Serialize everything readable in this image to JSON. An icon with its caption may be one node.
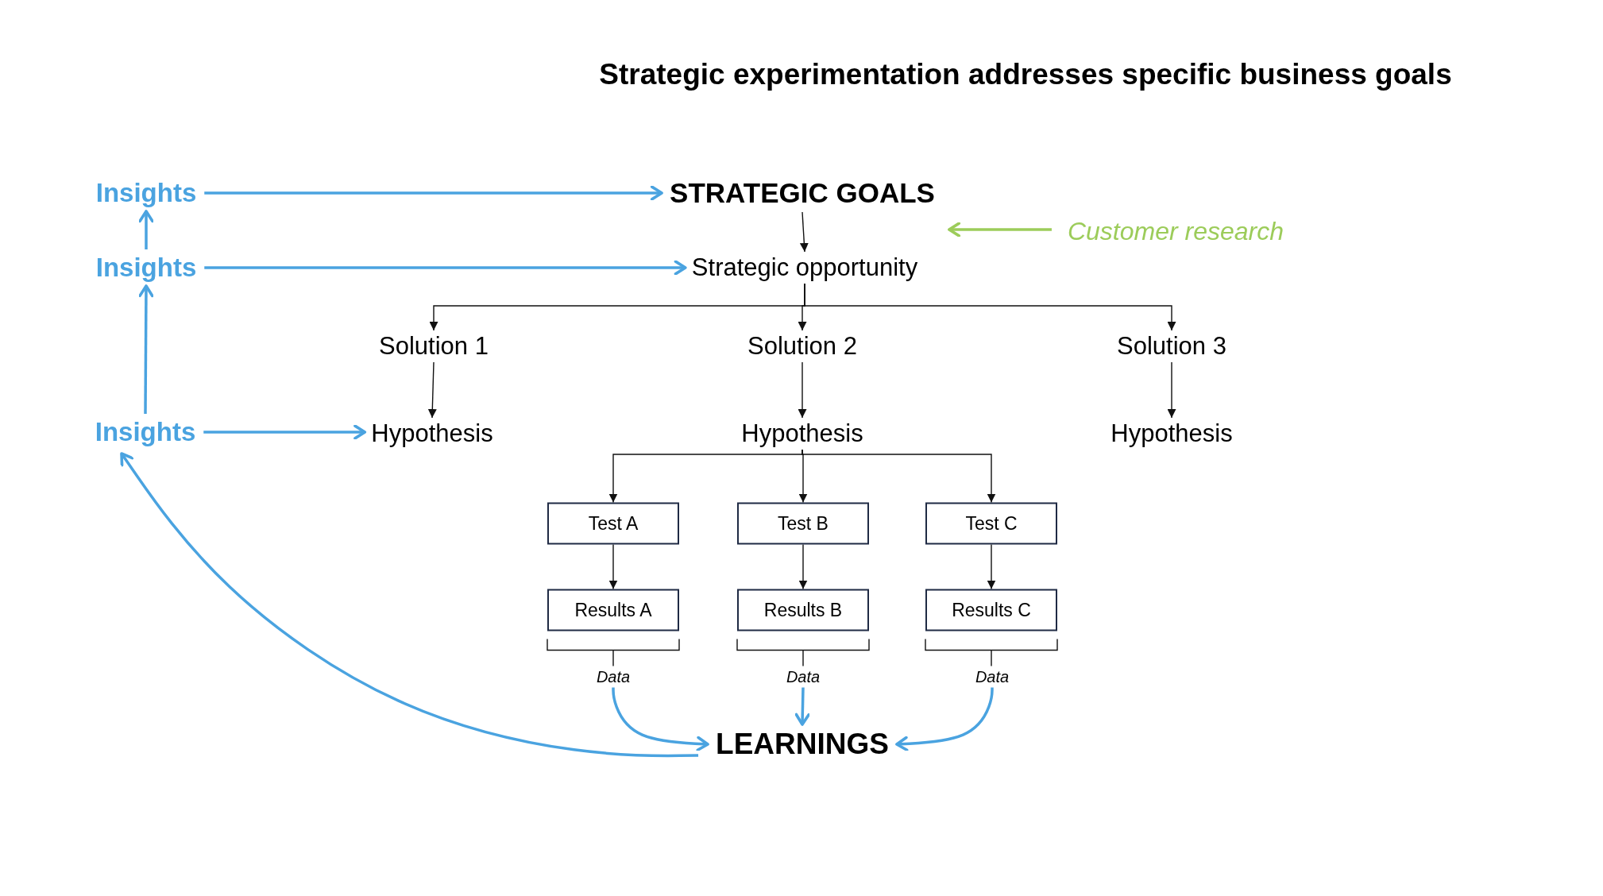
{
  "diagram": {
    "title": "Strategic experimentation addresses specific business goals",
    "nodes": [
      {
        "text": [
          "Insights"
        ]
      },
      {
        "text": [
          "STRATEGIC GOALS"
        ]
      },
      {
        "text": [
          "Customer research"
        ]
      },
      {
        "text": [
          "Insights"
        ]
      },
      {
        "text": [
          "Strategic opportunity"
        ]
      },
      {
        "text": [
          "Solution 1"
        ]
      },
      {
        "text": [
          "Solution 2"
        ]
      },
      {
        "text": [
          "Solution 3"
        ]
      },
      {
        "text": [
          "Insights"
        ]
      },
      {
        "text": [
          "Hypothesis"
        ]
      },
      {
        "text": [
          "Hypothesis"
        ]
      },
      {
        "text": [
          "Hypothesis"
        ]
      },
      {
        "text": [
          "Test A"
        ]
      },
      {
        "text": [
          "Test B"
        ]
      },
      {
        "text": [
          "Test C"
        ]
      },
      {
        "text": [
          "Results A"
        ]
      },
      {
        "text": [
          "Results B"
        ]
      },
      {
        "text": [
          "Results C"
        ]
      },
      {
        "text": [
          "Data"
        ]
      },
      {
        "text": [
          "Data"
        ]
      },
      {
        "text": [
          "Data"
        ]
      },
      {
        "text": [
          "LEARNINGS"
        ]
      }
    ],
    "edges": [
      {
        "from": 0,
        "to": 1,
        "arrow": "to",
        "color": "#4aa3e0"
      },
      {
        "from": 3,
        "to": 4,
        "arrow": "to",
        "color": "#4aa3e0"
      },
      {
        "from": 8,
        "to": 9,
        "arrow": "to",
        "color": "#4aa3e0"
      },
      {
        "from": 3,
        "to": 0,
        "arrow": "to",
        "color": "#4aa3e0"
      },
      {
        "from": 8,
        "to": 3,
        "arrow": "to",
        "color": "#4aa3e0"
      },
      {
        "from": 21,
        "to": 8,
        "arrow": "to",
        "color": "#4aa3e0"
      },
      {
        "from": 2,
        "to": 1,
        "arrow": "to",
        "color": "#9ccc5a"
      },
      {
        "from": 1,
        "to": 4,
        "arrow": "to"
      },
      {
        "from": 4,
        "to": 5,
        "arrow": "to"
      },
      {
        "from": 4,
        "to": 6,
        "arrow": "to"
      },
      {
        "from": 4,
        "to": 7,
        "arrow": "to"
      },
      {
        "from": 5,
        "to": 9,
        "arrow": "to"
      },
      {
        "from": 6,
        "to": 10,
        "arrow": "to"
      },
      {
        "from": 7,
        "to": 11,
        "arrow": "to"
      },
      {
        "from": 10,
        "to": 12,
        "arrow": "to"
      },
      {
        "from": 10,
        "to": 13,
        "arrow": "to"
      },
      {
        "from": 10,
        "to": 14,
        "arrow": "to"
      },
      {
        "from": 12,
        "to": 15,
        "arrow": "to"
      },
      {
        "from": 13,
        "to": 16,
        "arrow": "to"
      },
      {
        "from": 14,
        "to": 17,
        "arrow": "to"
      },
      {
        "from": 18,
        "to": 21,
        "arrow": "to",
        "color": "#4aa3e0"
      },
      {
        "from": 19,
        "to": 21,
        "arrow": "to",
        "color": "#4aa3e0"
      },
      {
        "from": 20,
        "to": 21,
        "arrow": "to",
        "color": "#4aa3e0"
      },
      {
        "from": 15,
        "to": 18,
        "arrow": "none"
      },
      {
        "from": 16,
        "to": 19,
        "arrow": "none"
      },
      {
        "from": 17,
        "to": 20,
        "arrow": "none"
      }
    ]
  }
}
